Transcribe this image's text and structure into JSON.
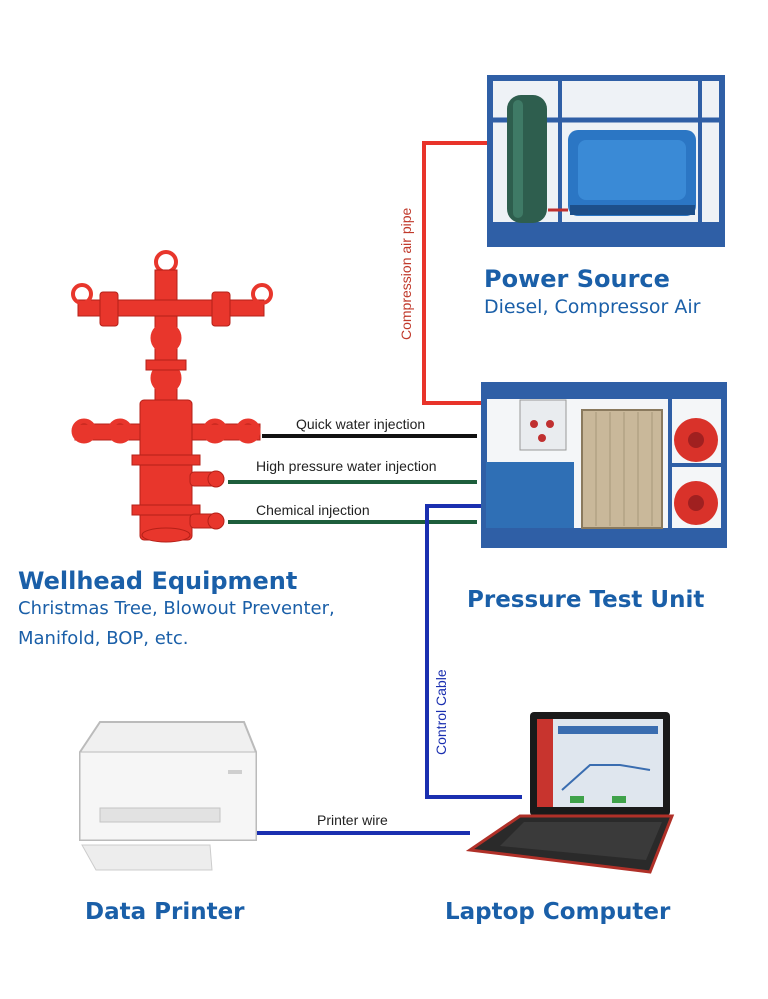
{
  "power_source": {
    "title": "Power Source",
    "subtitle": "Diesel, Compressor Air"
  },
  "pressure_test_unit": {
    "title": "Pressure Test Unit"
  },
  "wellhead": {
    "title": "Wellhead Equipment",
    "subtitle_line1": "Christmas Tree, Blowout Preventer,",
    "subtitle_line2": "Manifold, BOP, etc."
  },
  "data_printer": {
    "title": "Data Printer"
  },
  "laptop": {
    "title": "Laptop Computer"
  },
  "connections": {
    "compression_air_pipe": "Compression air pipe",
    "quick_water_injection": "Quick water injection",
    "high_pressure_water_injection": "High pressure water injection",
    "chemical_injection": "Chemical injection",
    "control_cable": "Control Cable",
    "printer_wire": "Printer wire"
  },
  "colors": {
    "title_blue": "#1a5fa8",
    "air_pipe_red": "#e8332a",
    "quick_water_black": "#111111",
    "injection_green": "#1d5e3c",
    "cable_blue": "#1a2fb0",
    "wellhead_red": "#e8362c",
    "skid_blue": "#2f5fa6"
  }
}
